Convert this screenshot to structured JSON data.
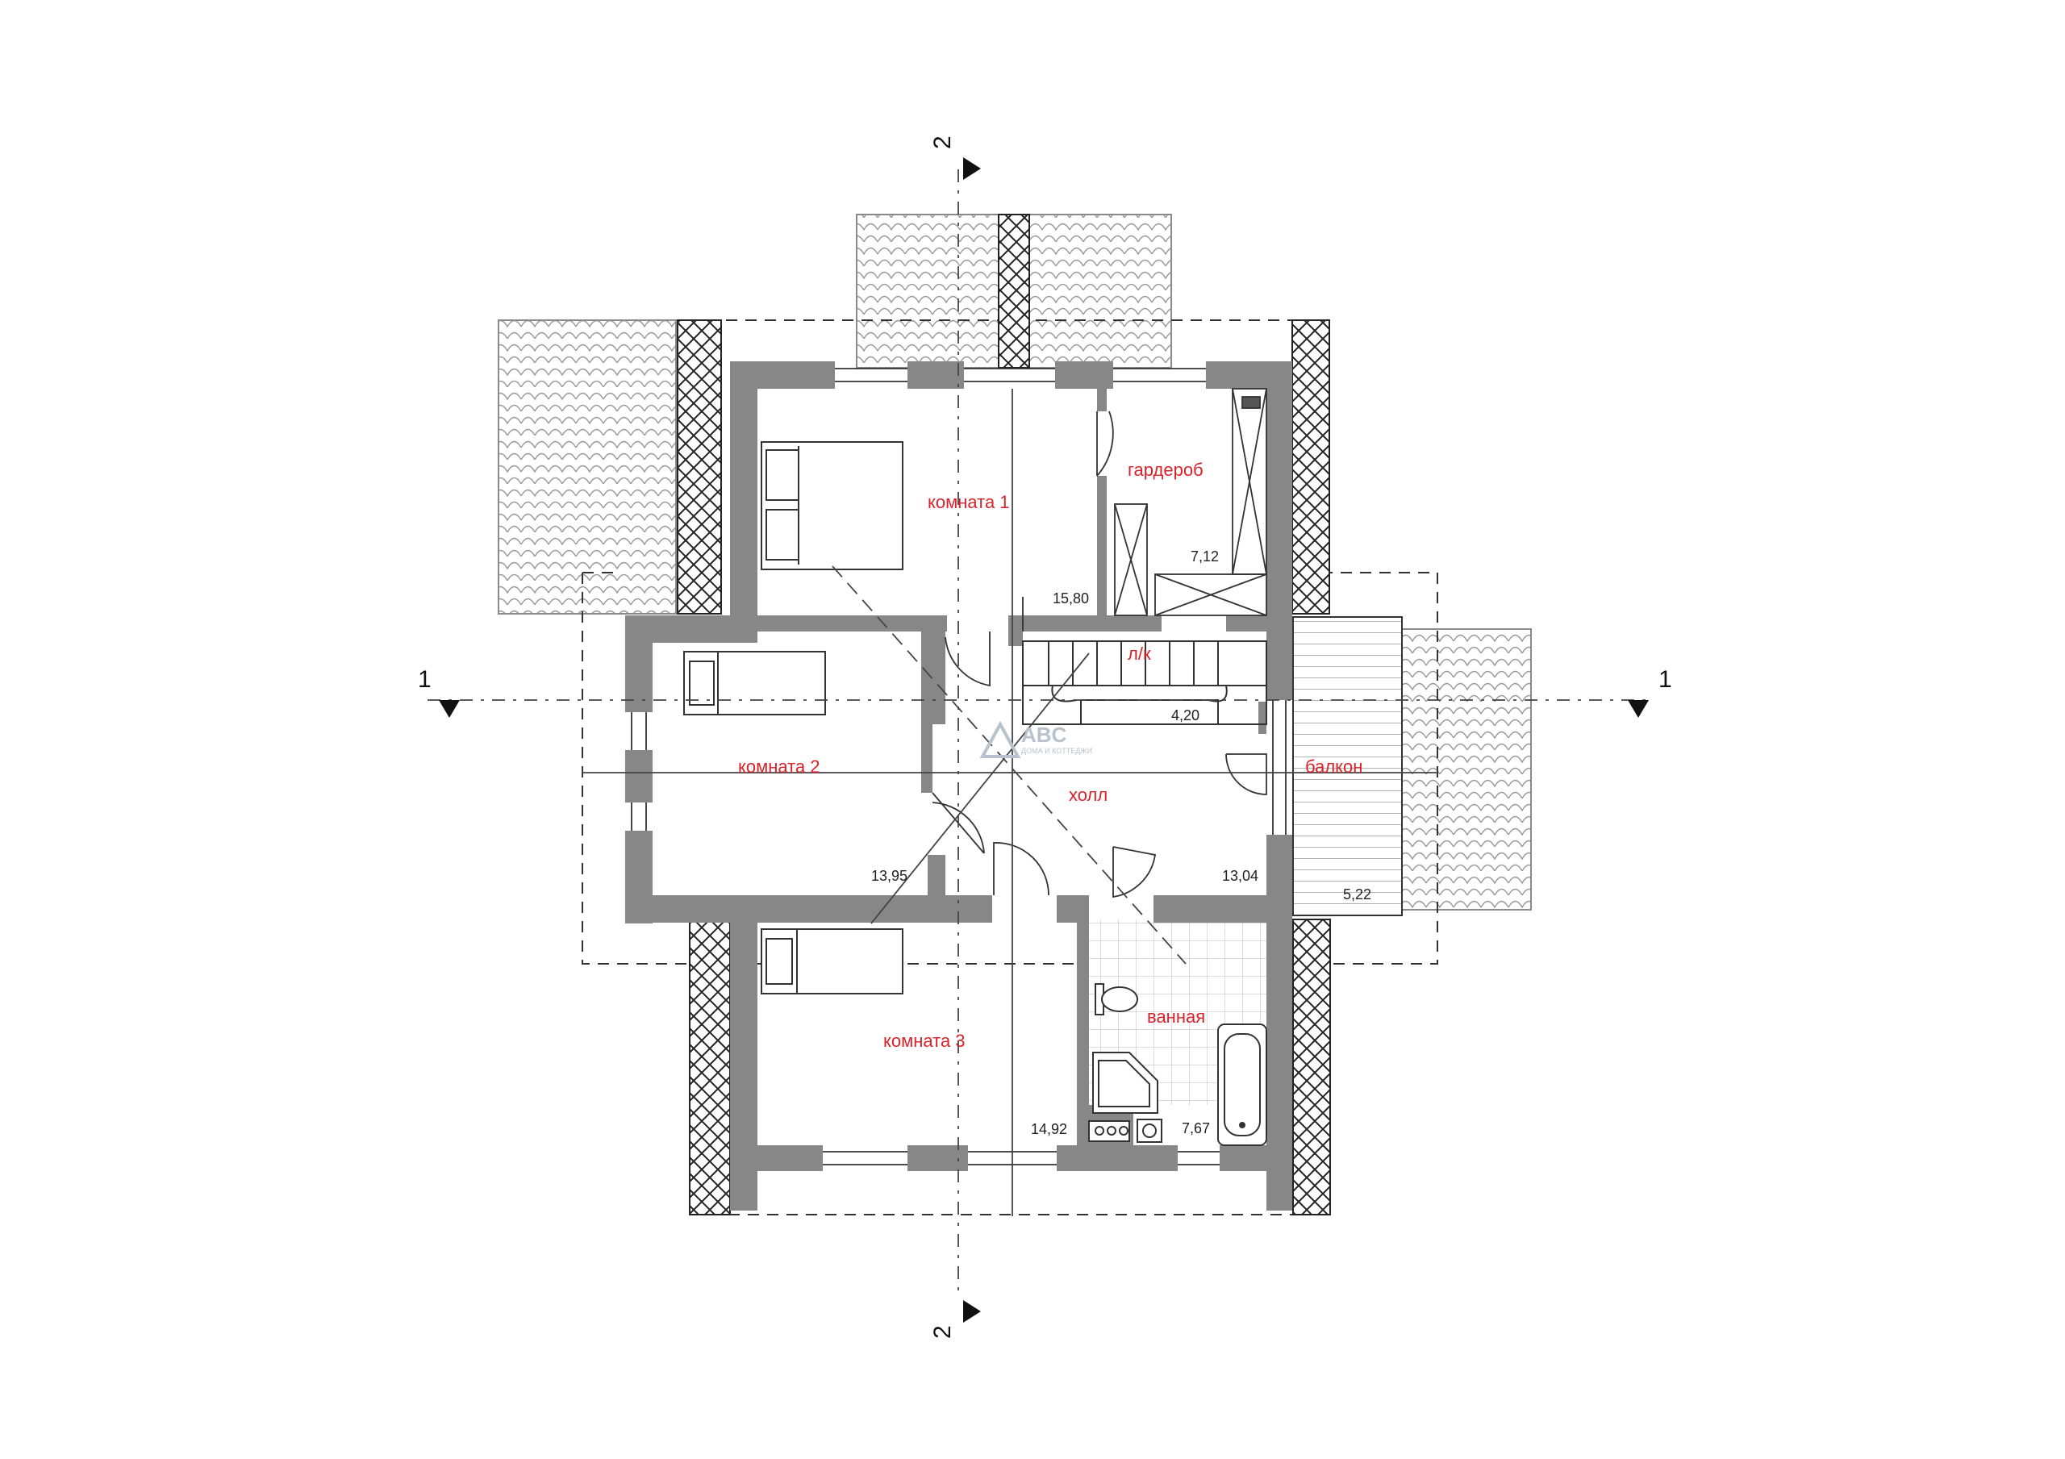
{
  "rooms": {
    "room1": {
      "name": "комната 1",
      "area": "15,80"
    },
    "wardrobe": {
      "name": "гардероб",
      "area": "7,12"
    },
    "stair": {
      "name": "л/к",
      "area": "4,20"
    },
    "room2": {
      "name": "комната 2",
      "area": "13,95"
    },
    "hall": {
      "name": "холл",
      "area": "13,04"
    },
    "balcony": {
      "name": "балкон",
      "area": "5,22"
    },
    "room3": {
      "name": "комната 3",
      "area": "14,92"
    },
    "bath": {
      "name": "ванная",
      "area": "7,67"
    }
  },
  "axes": {
    "section1_left": "1",
    "section1_right": "1",
    "section2_top": "2",
    "section2_bottom": "2"
  },
  "logo": {
    "name": "ABC",
    "tagline": "ДОМА И КОТТЕДЖИ"
  },
  "colors": {
    "wall": "#878787",
    "room_label": "#d8232a",
    "line": "#222222"
  }
}
